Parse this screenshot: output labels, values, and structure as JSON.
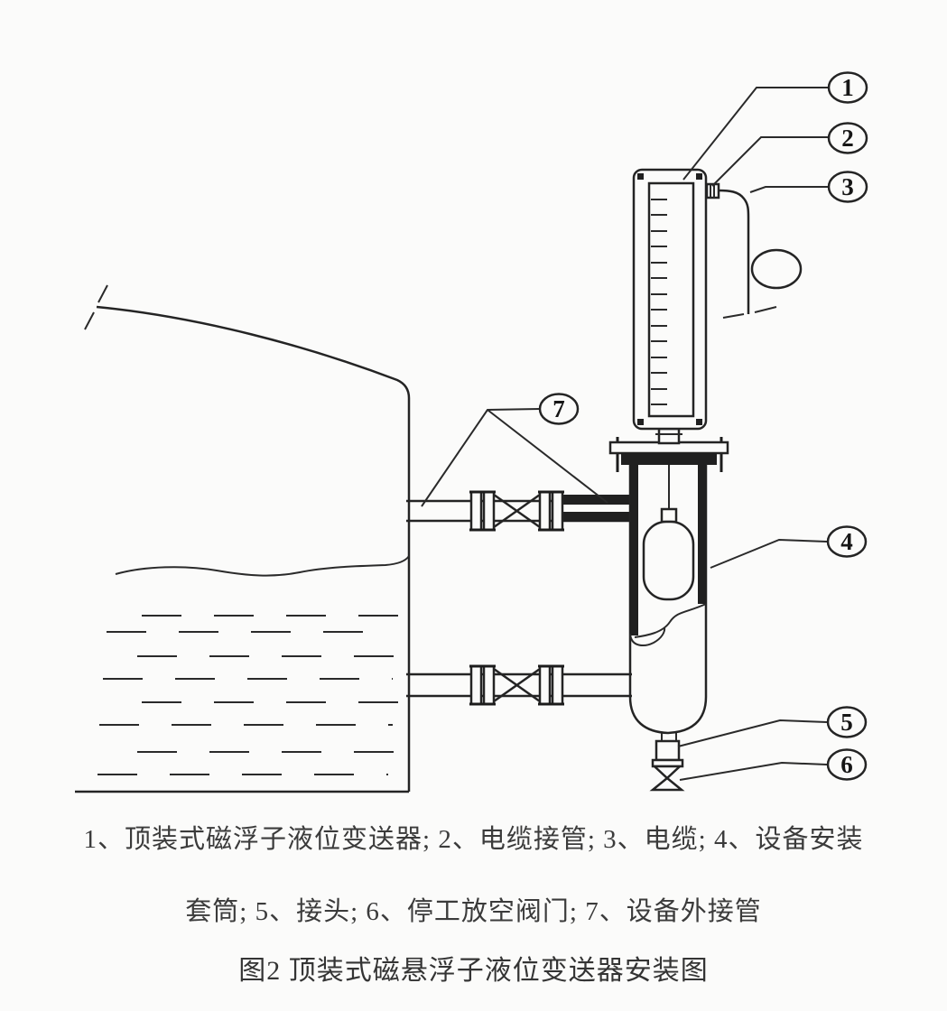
{
  "figure": {
    "legend_line1": "1、顶装式磁浮子液位变送器; 2、电缆接管; 3、电缆; 4、设备安装",
    "legend_line2": "套筒; 5、接头; 6、停工放空阀门; 7、设备外接管",
    "title": "图2 顶装式磁悬浮子液位变送器安装图"
  },
  "callouts": {
    "c1": {
      "number": "1",
      "label": "顶装式磁浮子液位变送器"
    },
    "c2": {
      "number": "2",
      "label": "电缆接管"
    },
    "c3": {
      "number": "3",
      "label": "电缆"
    },
    "c4": {
      "number": "4",
      "label": "设备安装套筒"
    },
    "c5": {
      "number": "5",
      "label": "接头"
    },
    "c6": {
      "number": "6",
      "label": "停工放空阀门"
    },
    "c7": {
      "number": "7",
      "label": "设备外接管"
    }
  },
  "colors": {
    "line": "#242424",
    "background": "#fbfbfa",
    "text": "#3b3b3b"
  }
}
